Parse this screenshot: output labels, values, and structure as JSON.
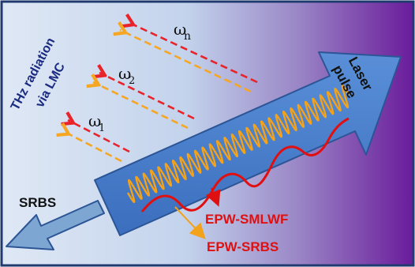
{
  "labels": {
    "thz_line1": "THz radiation",
    "thz_line2": "via LMC",
    "omega_1_sym": "ω",
    "omega_1_sub": "1",
    "omega_2_sym": "ω",
    "omega_2_sub": "2",
    "omega_n_sym": "ω",
    "omega_n_sub": "n",
    "laser_line1": "Laser",
    "laser_line2": "pulse",
    "srbs": "SRBS",
    "epw_smlwf": "EPW-SMLWF",
    "epw_srbs": "EPW-SRBS"
  },
  "colors": {
    "background_left": "#dce6f4",
    "background_right": "#6a1b9a",
    "frame": "#1f3a6e",
    "laser_arrow": "#4a7fcc",
    "laser_arrow_edge": "#2c5596",
    "srbs_arrow": "#7ea6d3",
    "thz_red": "#e8232a",
    "thz_orange": "#f5a623",
    "oscillation": "#f2a21b",
    "wave_red": "#e01010",
    "thz_text": "#1a2a80",
    "epw_smlwf_text": "#e01010",
    "epw_srbs_text": "#e01010",
    "omega_text": "#111111"
  }
}
